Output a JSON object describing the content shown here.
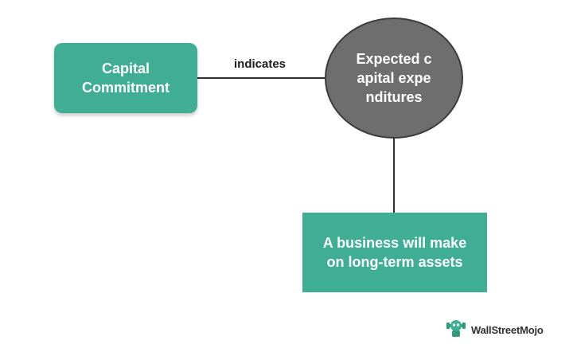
{
  "diagram": {
    "nodes": {
      "capital_commitment": {
        "label": "Capital Commitment"
      },
      "expected_capex": {
        "label": "Expected capital expenditures"
      },
      "business_assets": {
        "label": "A business will make on long-term assets"
      }
    },
    "edges": [
      {
        "from": "capital_commitment",
        "to": "expected_capex",
        "label": "indicates"
      },
      {
        "from": "expected_capex",
        "to": "business_assets",
        "label": ""
      }
    ]
  },
  "branding": {
    "logo_text": "WallStreetMojo",
    "logo_icon": "wallstreetmojo-mascot-icon"
  },
  "colors": {
    "teal": "#3fae94",
    "gray": "#6e6e6e",
    "line": "#2f2f2f"
  }
}
